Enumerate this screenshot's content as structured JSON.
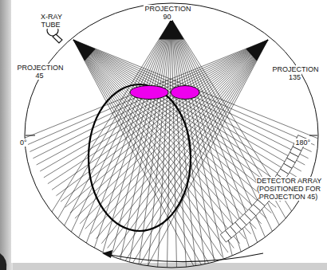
{
  "diagram": {
    "labels": [
      "X-RAY TUBE",
      "PROJECTION 90",
      "PROJECTION 45",
      "PROJECTION 135",
      "0°",
      "180°",
      "DETECTOR ARRAY (POSITIONED FOR PROJECTION 45)"
    ]
  }
}
